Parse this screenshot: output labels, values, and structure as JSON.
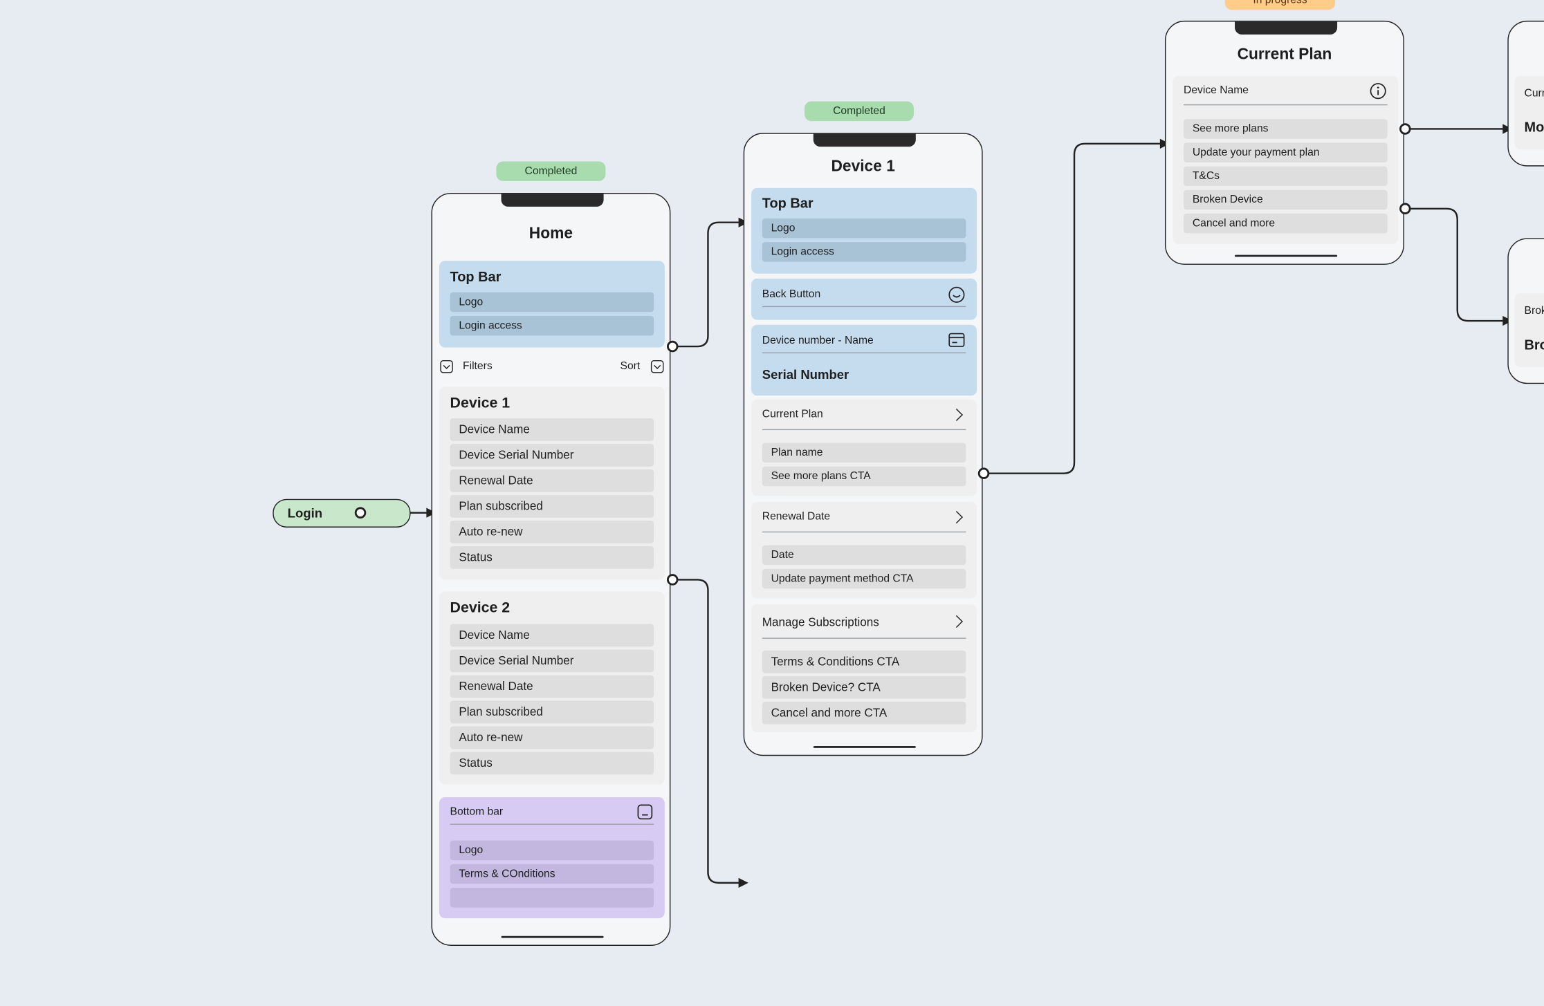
{
  "login_node": {
    "label": "Login"
  },
  "home": {
    "status": "Completed",
    "title": "Home",
    "top_bar": {
      "title": "Top Bar",
      "items": [
        "Logo",
        "Login access"
      ]
    },
    "filters_label": "Filters",
    "sort_label": "Sort",
    "device1": {
      "title": "Device 1",
      "items": [
        "Device Name",
        "Device Serial Number",
        "Renewal Date",
        "Plan subscribed",
        "Auto re-new",
        "Status"
      ]
    },
    "device2": {
      "title": "Device 2",
      "items": [
        "Device Name",
        "Device Serial Number",
        "Renewal Date",
        "Plan subscribed",
        "Auto re-new",
        "Status"
      ]
    },
    "bottom_bar": {
      "title": "Bottom bar",
      "items": [
        "Logo",
        "Terms & COnditions",
        ""
      ]
    }
  },
  "device": {
    "status": "Completed",
    "title": "Device 1",
    "top_bar": {
      "title": "Top Bar",
      "items": [
        "Logo",
        "Login access"
      ]
    },
    "back_button": "Back Button",
    "device_number": "Device number - Name",
    "serial_number": "Serial Number",
    "current_plan": {
      "title": "Current Plan",
      "items": [
        "Plan name",
        "See more plans CTA"
      ]
    },
    "renewal": {
      "title": "Renewal Date",
      "items": [
        "Date",
        "Update payment method CTA"
      ]
    },
    "manage": {
      "title": "Manage Subscriptions",
      "items": [
        "Terms & Conditions CTA",
        "Broken Device? CTA",
        "Cancel and more CTA"
      ]
    }
  },
  "plan": {
    "status": "In progress",
    "title": "Current Plan",
    "device_name": "Device Name",
    "items": [
      "See more plans",
      "Update your payment plan",
      "T&Cs",
      "Broken Device",
      "Cancel and more"
    ]
  },
  "partial_top": {
    "label": "Curr",
    "value": "Mo"
  },
  "partial_bottom": {
    "label": "Brok",
    "value": "Bro"
  },
  "colors": {
    "background": "#e7ebf2",
    "completed": "#a8dbae",
    "in_progress": "#ffcc8a",
    "blue_block": "#c5dcee",
    "purple_block": "#d8cbf3"
  },
  "icons": {
    "filters": "chevron-down-icon",
    "sort": "chevron-down-icon",
    "back": "smiley-icon",
    "device_number": "card-icon",
    "device_name": "info-icon",
    "bottom_bar": "window-icon"
  }
}
